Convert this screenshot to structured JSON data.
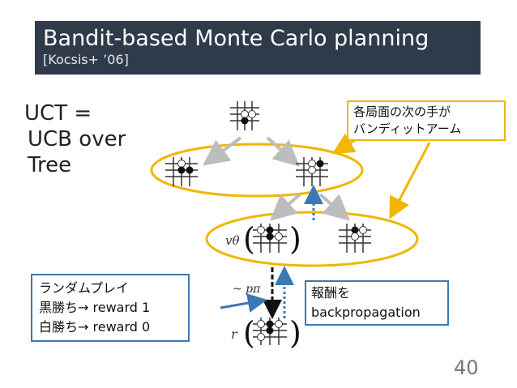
{
  "title": {
    "main": "Bandit-based Monte Carlo planning",
    "sub": "[Kocsis+ ’06]"
  },
  "uct_text": {
    "line1": "UCT =",
    "line2": "UCB over",
    "line3": "Tree"
  },
  "callout_top": {
    "line1": "各局面の次の手が",
    "line2": "バンディットアーム"
  },
  "box_left": {
    "line1": "ランダムプレイ",
    "line2": "黒勝ち→ reward 1",
    "line3": "白勝ち→ reward 0"
  },
  "box_right": {
    "line1": "報酬を",
    "line2": "backpropagation"
  },
  "diagram_labels": {
    "value": "vθ",
    "policy": "~ pπ",
    "reward": "r"
  },
  "page_number": "40",
  "colors": {
    "title_bg": "#2f3b4a",
    "ellipse": "#f2b500",
    "blue": "#3b78b6",
    "arrow_gray": "#bdbdbd"
  }
}
